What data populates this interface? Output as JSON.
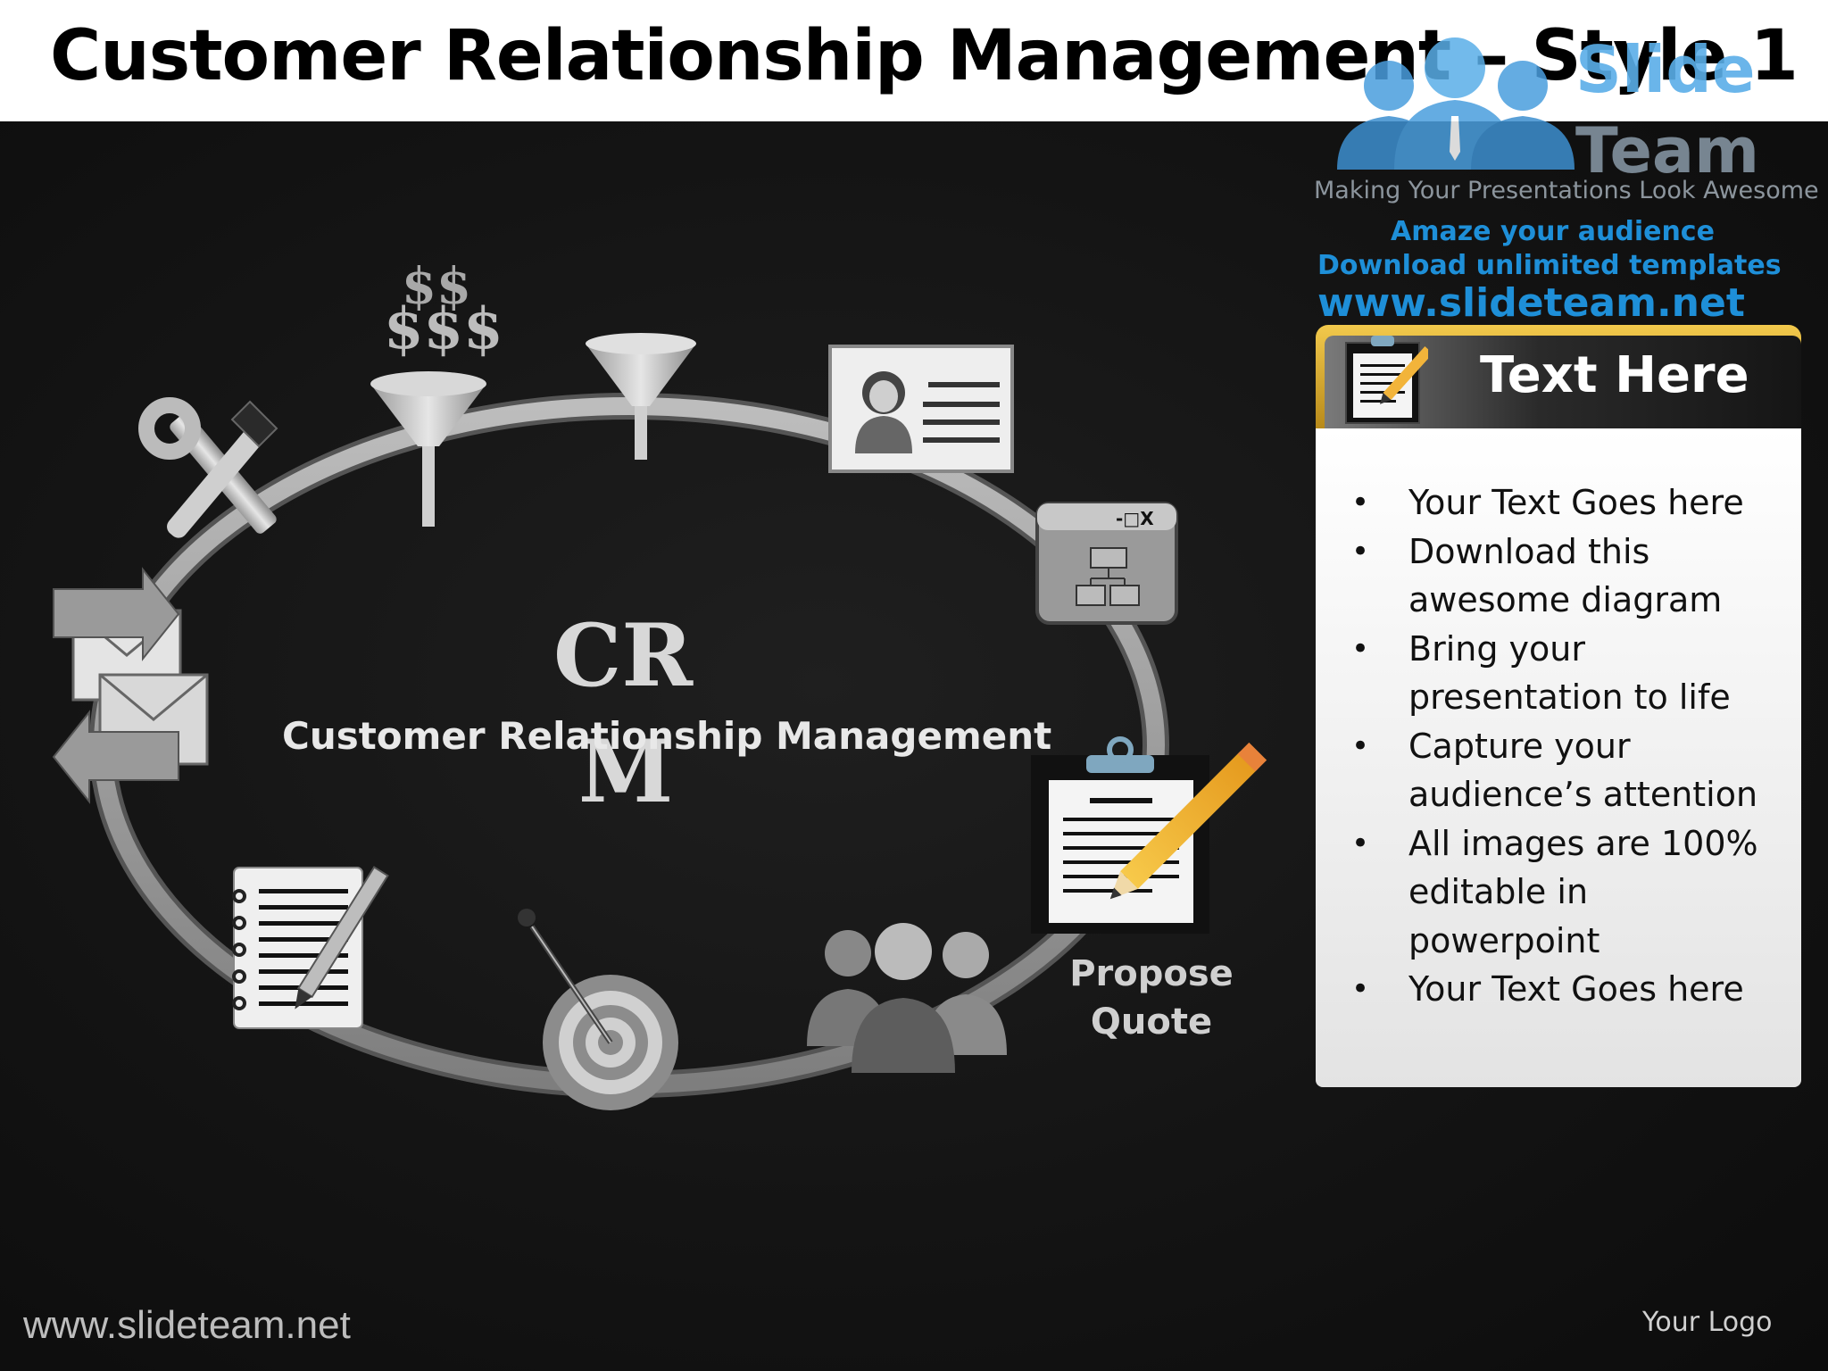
{
  "header": {
    "title": "Customer Relationship Management – Style 1"
  },
  "branding": {
    "brand_slide": "Slide",
    "brand_team": "Team",
    "tagline": "Making Your Presentations Look Awesome",
    "promo_line1": "Amaze your audience",
    "promo_line2": "Download unlimited templates",
    "url": "www.slideteam.net"
  },
  "diagram": {
    "center_line1": "CR",
    "center_line2": "M",
    "center_subtitle": "Customer Relationship Management",
    "step_label": "Propose Quote",
    "icons": [
      "gear-tools-icon",
      "money-funnel-icon",
      "funnel-icon",
      "id-card-icon",
      "org-chart-window-icon",
      "clipboard-pencil-icon",
      "team-people-icon",
      "target-dart-icon",
      "notepad-pen-icon",
      "email-exchange-icon"
    ]
  },
  "panel": {
    "title": "Text Here",
    "bullets": [
      "Your Text Goes here",
      "Download this awesome diagram",
      "Bring your presentation to life",
      "Capture your audience’s attention",
      "All images are 100% editable in powerpoint",
      "Your Text Goes here"
    ]
  },
  "footer": {
    "url": "www.slideteam.net",
    "logo_placeholder": "Your Logo"
  },
  "colors": {
    "header_bg": "#ffffff",
    "stage_bg": "#141414",
    "accent_gold": "#f2c94c",
    "brand_blue": "#1e8fd8"
  }
}
